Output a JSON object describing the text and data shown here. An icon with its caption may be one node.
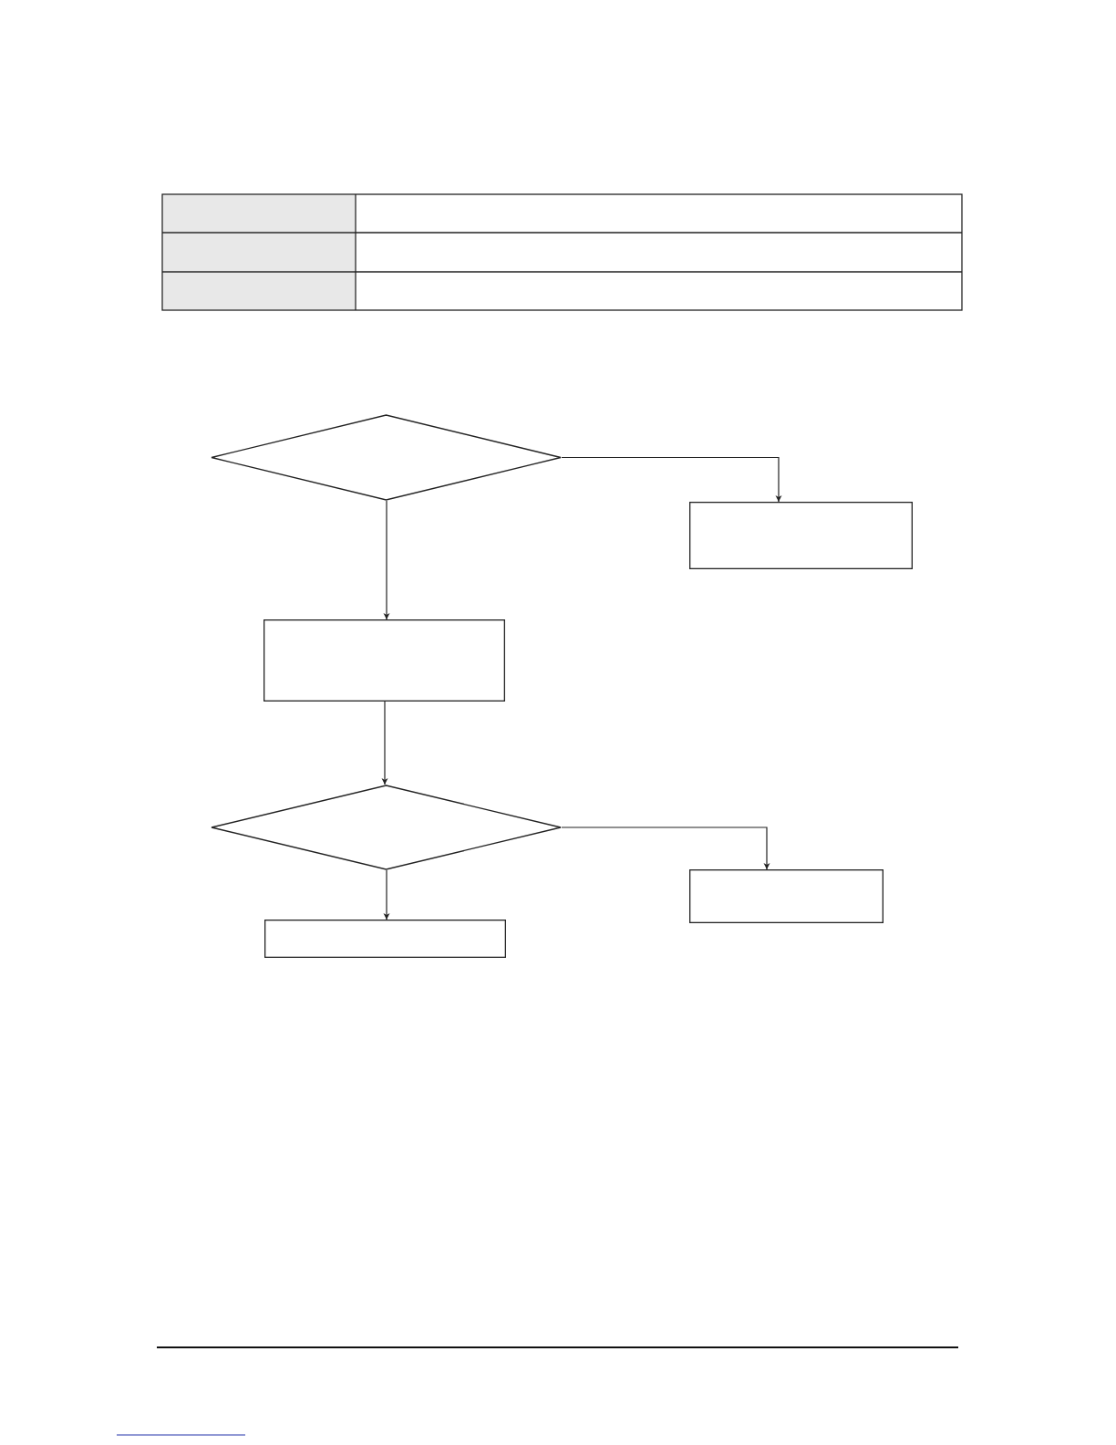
{
  "diagram": {
    "nodes": [
      {
        "text": [],
        "shape": "diamond"
      },
      {
        "text": [],
        "shape": "box"
      },
      {
        "text": [],
        "shape": "box"
      },
      {
        "text": [],
        "shape": "diamond"
      },
      {
        "text": [],
        "shape": "box"
      },
      {
        "text": [],
        "shape": "box"
      }
    ],
    "edges": [
      {
        "from": 0,
        "to": 1,
        "arrow": "to"
      },
      {
        "from": 0,
        "to": 2,
        "arrow": "to"
      },
      {
        "from": 2,
        "to": 3,
        "arrow": "to"
      },
      {
        "from": 3,
        "to": 4,
        "arrow": "to"
      },
      {
        "from": 3,
        "to": 5,
        "arrow": "to"
      }
    ]
  }
}
